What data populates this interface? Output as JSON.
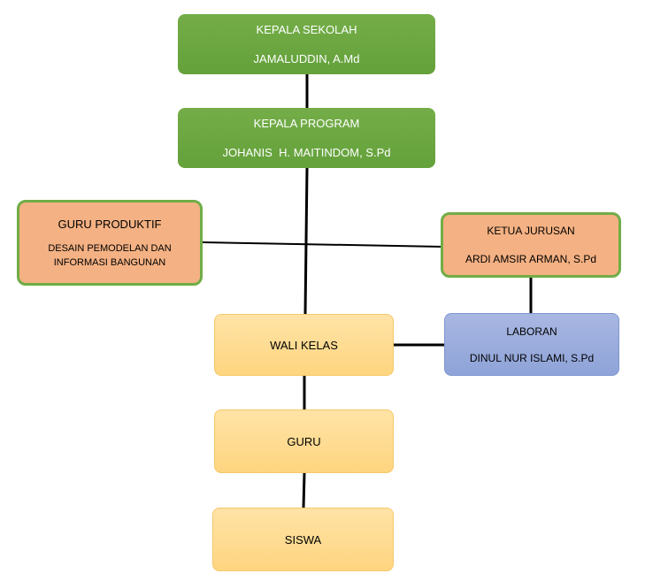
{
  "org_chart": {
    "kepala_sekolah": {
      "title": "KEPALA SEKOLAH",
      "name": "JAMALUDDIN, A.Md"
    },
    "kepala_program": {
      "title": "KEPALA PROGRAM",
      "name": "JOHANIS  H. MAITINDOM, S.Pd"
    },
    "guru_produktif": {
      "title": "GURU PRODUKTIF",
      "line1": "DESAIN PEMODELAN DAN",
      "line2": "INFORMASI BANGUNAN"
    },
    "ketua_jurusan": {
      "title": "KETUA JURUSAN",
      "name": "ARDI AMSIR ARMAN, S.Pd"
    },
    "laboran": {
      "title": "LABORAN",
      "name": "DINUL NUR ISLAMI, S.Pd"
    },
    "wali_kelas": {
      "title": "WALI KELAS"
    },
    "guru": {
      "title": "GURU"
    },
    "siswa": {
      "title": "SISWA"
    }
  },
  "colors": {
    "leadership": "#6aa84f",
    "teaching_staff": "#f4b183",
    "staff_border": "#70ad47",
    "laboratory": "#9aaedd",
    "class_levels": "#ffd98c",
    "connectors": "#000000"
  }
}
